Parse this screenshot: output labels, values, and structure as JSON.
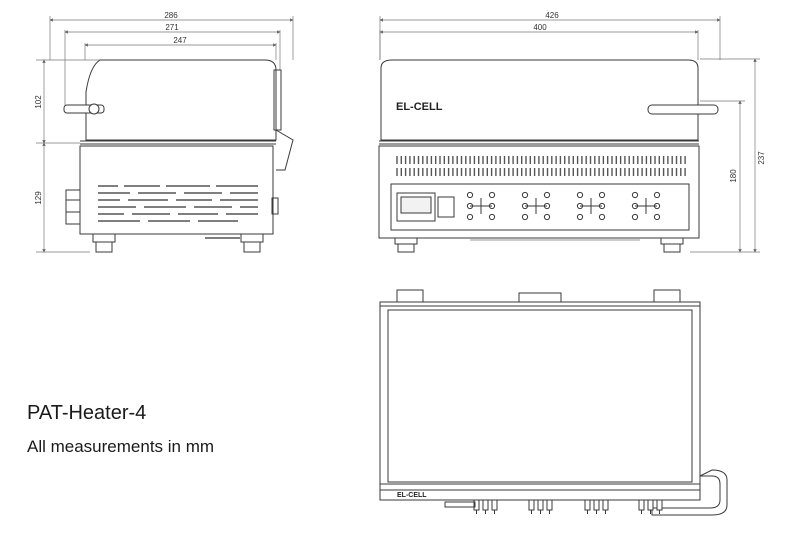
{
  "caption": {
    "title": "PAT-Heater-4",
    "subtitle": "All measurements in mm"
  },
  "side_view": {
    "dim_overall_width": "286",
    "dim_width_mid": "271",
    "dim_width_inner": "247",
    "dim_lid_height": "102",
    "dim_base_height": "129"
  },
  "front_view": {
    "dim_overall_width": "426",
    "dim_inner_width": "400",
    "dim_total_height": "237",
    "dim_base_height": "180",
    "brand_label": "EL-CELL"
  },
  "top_view": {
    "brand_label": "EL-CELL"
  },
  "colors": {
    "line": "#3a3a3a",
    "dim": "#777777",
    "text": "#1a1a1a"
  }
}
